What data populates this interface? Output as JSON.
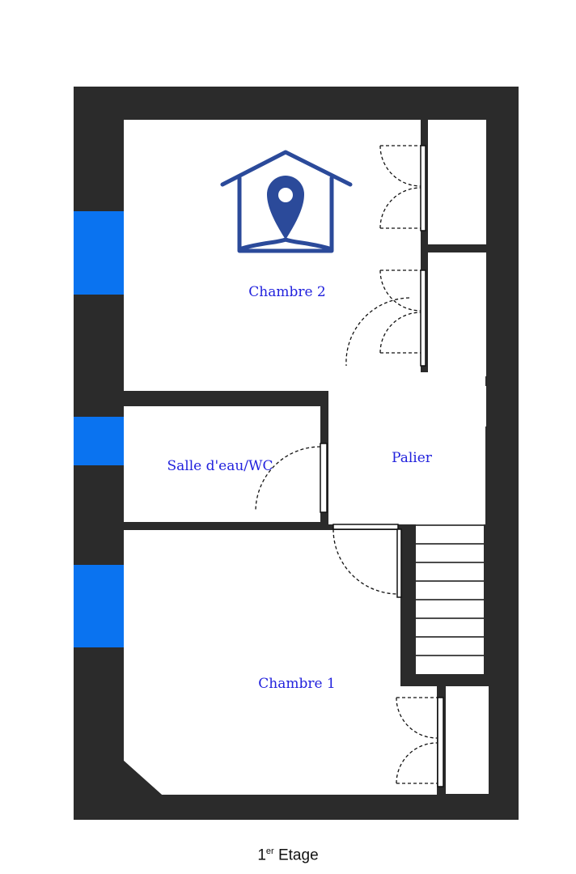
{
  "rooms": {
    "chambre2": "Chambre 2",
    "salle_eau": "Salle d'eau/WC",
    "palier": "Palier",
    "chambre1": "Chambre 1"
  },
  "caption": {
    "number": "1",
    "superscript": "er",
    "text": "Etage"
  },
  "colors": {
    "wall": "#2b2b2b",
    "window": "#0a73f0",
    "floor": "#ffffff",
    "label": "#2222dd",
    "logo": "#2b4a9a"
  },
  "icons": {
    "logo": "house-location-pin-icon"
  }
}
